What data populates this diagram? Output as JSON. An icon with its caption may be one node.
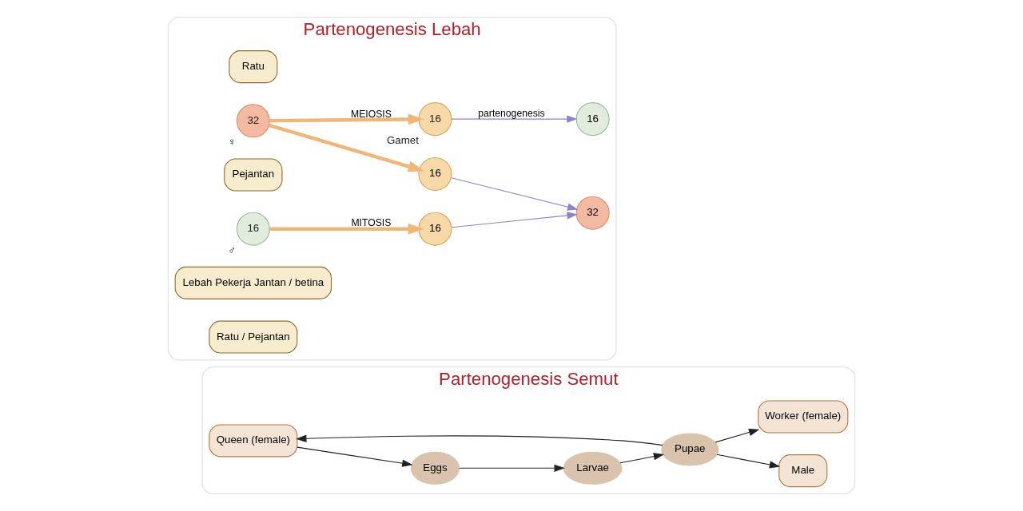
{
  "diagram": {
    "nodes": [
      {
        "text": [
          "Partenogenesis Semut"
        ]
      },
      {
        "text": [
          "Queen (female)"
        ],
        "in": 0
      },
      {
        "text": [
          "Eggs"
        ],
        "in": 0
      },
      {
        "text": [
          "Larvae"
        ],
        "in": 0
      },
      {
        "text": [
          "Pupae"
        ],
        "in": 0
      },
      {
        "text": [
          "Male"
        ],
        "in": 0
      },
      {
        "text": [
          "Worker (female)"
        ],
        "in": 0
      },
      {
        "text": [
          "Partenogenesis Lebah"
        ]
      },
      {
        "text": [
          "Ratu"
        ],
        "in": 7
      },
      {
        "text": [
          "32"
        ],
        "beside": [
          "♀"
        ],
        "in": 7
      },
      {
        "text": [
          "Pejantan"
        ],
        "in": 7
      },
      {
        "text": [
          "16"
        ],
        "beside": [
          "♂"
        ],
        "in": 7
      },
      {
        "text": [
          "16"
        ],
        "beside": [
          "Gamet"
        ],
        "in": 7
      },
      {
        "text": [
          "16"
        ],
        "in": 7
      },
      {
        "text": [
          "16"
        ],
        "in": 7
      },
      {
        "text": [
          "16"
        ],
        "in": 7
      },
      {
        "text": [
          "Lebah Pekerja Jantan / betina"
        ],
        "in": 7
      },
      {
        "text": [
          "32"
        ],
        "in": 7
      },
      {
        "text": [
          "Ratu / Pejantan"
        ],
        "in": 7
      }
    ],
    "edges": [
      {
        "from": 1,
        "to": 2,
        "arrow": "to"
      },
      {
        "from": 2,
        "to": 3,
        "arrow": "to"
      },
      {
        "from": 3,
        "to": 4,
        "arrow": "to"
      },
      {
        "from": 4,
        "to": 1,
        "arrow": "to"
      },
      {
        "from": 4,
        "to": 5,
        "arrow": "to"
      },
      {
        "from": 4,
        "to": 6,
        "arrow": "to"
      },
      {
        "from": 9,
        "to": 12,
        "arrow": "to",
        "label": "MEIOSIS",
        "style": "thick",
        "color": "#f0b677"
      },
      {
        "from": 9,
        "to": 13,
        "arrow": "to",
        "style": "thick",
        "color": "#f0b677"
      },
      {
        "from": 11,
        "to": 14,
        "arrow": "to",
        "label": "MITOSIS",
        "style": "thick",
        "color": "#f0b677"
      },
      {
        "from": 12,
        "to": 15,
        "arrow": "to",
        "label": "partenogenesis",
        "color": "#8f7fd0"
      },
      {
        "from": 13,
        "to": 17,
        "arrow": "to",
        "color": "#8f7fd0"
      },
      {
        "from": 14,
        "to": 17,
        "arrow": "to",
        "color": "#8f7fd0"
      }
    ]
  }
}
